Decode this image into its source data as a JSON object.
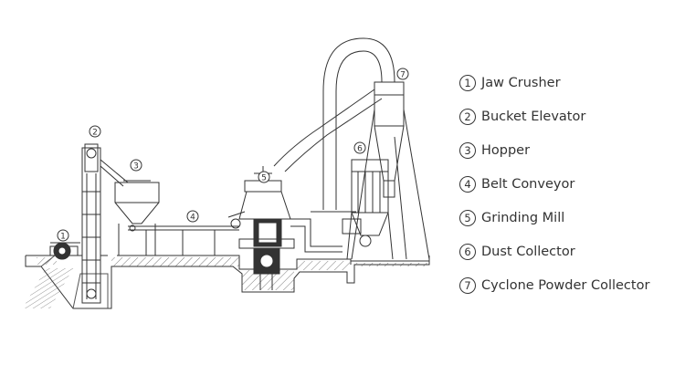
{
  "diagram": {
    "stroke_color": "#333333",
    "hatch_color": "#555555",
    "callouts": [
      "1",
      "2",
      "3",
      "4",
      "5",
      "6",
      "7"
    ]
  },
  "legend": {
    "items": [
      {
        "num": "1",
        "label": "Jaw Crusher"
      },
      {
        "num": "2",
        "label": "Bucket Elevator"
      },
      {
        "num": "3",
        "label": "Hopper"
      },
      {
        "num": "4",
        "label": "Belt Conveyor"
      },
      {
        "num": "5",
        "label": "Grinding Mill"
      },
      {
        "num": "6",
        "label": "Dust Collector"
      },
      {
        "num": "7",
        "label": "Cyclone Powder Collector"
      }
    ]
  }
}
